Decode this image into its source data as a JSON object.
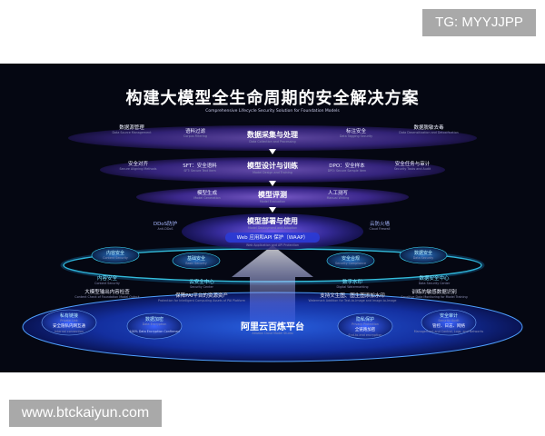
{
  "watermarks": {
    "top": "TG: MYYJJPP",
    "bottom": "www.btckaiyun.com"
  },
  "diagram": {
    "title": "构建大模型全生命周期的安全解决方案",
    "subtitle": "Comprehensive Lifecycle Security Solution for Foundation Models",
    "layer1": {
      "center": "数据采集与处理",
      "center_sub": "Data Collection and Processing",
      "items": [
        {
          "label": "数据源管理",
          "sub": "Data Source Management"
        },
        {
          "label": "语料过滤",
          "sub": "Corpus Filtering"
        },
        {
          "label": "标注安全",
          "sub": "Data Tagging Security"
        },
        {
          "label": "数据脱敏去毒",
          "sub": "Data Desensitization and Detoxification"
        }
      ]
    },
    "layer2": {
      "center": "模型设计与训练",
      "center_sub": "Model Design and Training",
      "items": [
        {
          "label": "安全对齐",
          "sub": "Secure Aligning Methods"
        },
        {
          "label": "SFT：安全语料",
          "sub": "SFT: Secure Text Item"
        },
        {
          "label": "DPO：安全样本",
          "sub": "DPO: Secure Sample Item"
        },
        {
          "label": "安全任务与审计",
          "sub": "Security Tasks and Audit"
        }
      ]
    },
    "layer3": {
      "center": "模型评测",
      "center_sub": "Model Evaluation",
      "items": [
        {
          "label": "模型生成",
          "sub": "Model Generation"
        },
        {
          "label": "人工测写",
          "sub": "Manual Writing"
        }
      ]
    },
    "layer4": {
      "center": "模型部署与使用",
      "center_sub": "Model Deployment and Adoption",
      "waap": "Web 应用和API 保护（WAAP）",
      "waap_sub": "Web Application and API Protection",
      "left": {
        "label": "DDoS防护",
        "sub": "Anti-DDoS"
      },
      "right": {
        "label": "云防火墙",
        "sub": "Cloud Firewall"
      }
    },
    "ring": {
      "pills": [
        {
          "label": "内容安全",
          "sub": "Content Security"
        },
        {
          "label": "基础安全",
          "sub": "Basic Security"
        },
        {
          "label": "安全合规",
          "sub": "Security Compliance"
        },
        {
          "label": "数据安全",
          "sub": "Data Security"
        }
      ],
      "centers": [
        {
          "label": "内容安全",
          "sub": "Content Security",
          "desc": "大模型输出内容检查",
          "desc_sub": "Content Check of Foundation Model Output"
        },
        {
          "label": "云安全中心",
          "sub": "Security Center",
          "desc": "保障PAI平台的资源资产",
          "desc_sub": "Protection for Intelligent Computing Assets of PAI Platform"
        },
        {
          "label": "数字水印",
          "sub": "Digital Watermarking",
          "desc": "支持文生图、图生图添加水印",
          "desc_sub": "Watermark Addition for Text-to-Image and Image-to-Image"
        },
        {
          "label": "数据安全中心",
          "sub": "Data Security Center",
          "desc": "训练的敏感数据识别",
          "desc_sub": "Sensitive Data Monitoring for Model Training"
        }
      ]
    },
    "base": {
      "title": "阿里云百炼平台",
      "title_sub": "Alibaba Cloud Model Studio",
      "items": [
        {
          "label": "私有链接",
          "sub": "Private Link",
          "desc": "安全隐私内网互通",
          "desc_sub": "Internal connection"
        },
        {
          "label": "数据加密",
          "sub": "Data Encryption",
          "desc": "100% Data Encryption Confirmed"
        },
        {
          "label": "隐私保护",
          "sub": "Privacy Protection",
          "desc": "全链路加密",
          "desc_sub": "End-to-end encryption"
        },
        {
          "label": "安全审计",
          "sub": "Security Audit",
          "desc": "管控、日志、网络",
          "desc_sub": "Management and Control, Logs, and Networks"
        }
      ]
    }
  }
}
